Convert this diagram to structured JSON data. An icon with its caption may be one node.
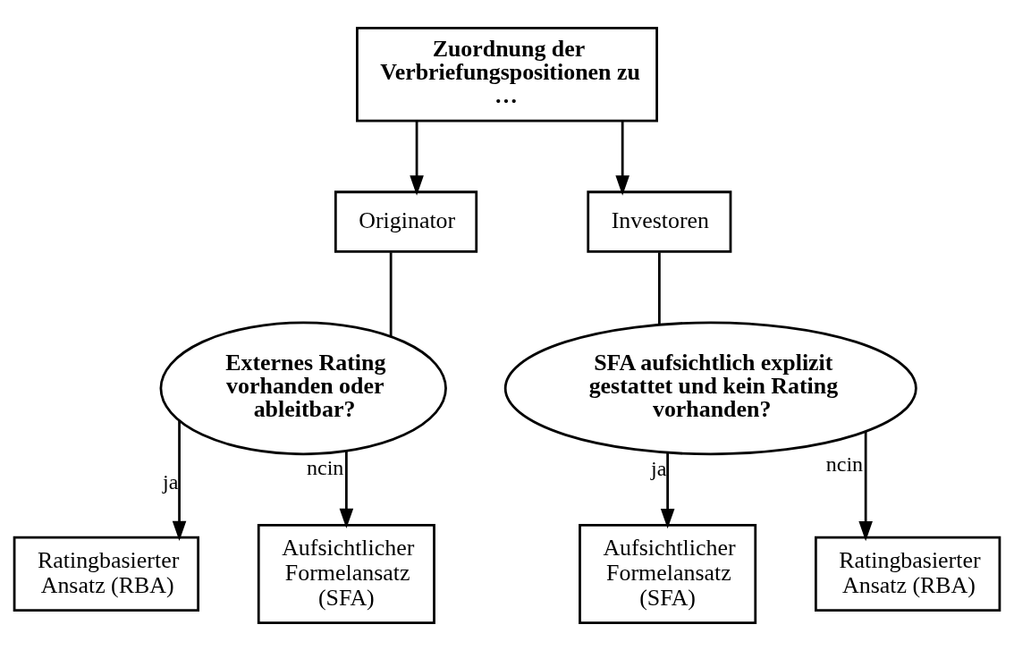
{
  "diagram": {
    "nodes": [
      {
        "text": [
          "Zuordnung der Verbriefungspositionen zu …"
        ]
      },
      {
        "text": [
          "Originator"
        ]
      },
      {
        "text": [
          "Investoren"
        ]
      },
      {
        "text": [
          "Externes Rating vorhanden oder ableitbar?"
        ]
      },
      {
        "text": [
          "SFA aufsichtlich explizit gestattet und kein Rating vorhanden?"
        ]
      },
      {
        "text": [
          "Ratingbasierter Ansatz (RBA)"
        ]
      },
      {
        "text": [
          "Aufsichtlicher Formelansatz (SFA)"
        ]
      },
      {
        "text": [
          "Aufsichtlicher Formelansatz (SFA)"
        ]
      },
      {
        "text": [
          "Ratingbasierter Ansatz (RBA)"
        ]
      }
    ],
    "edges": [
      {
        "from": 0,
        "to": 1,
        "arrow": "to"
      },
      {
        "from": 0,
        "to": 2,
        "arrow": "to"
      },
      {
        "from": 1,
        "to": 3,
        "arrow": "none"
      },
      {
        "from": 2,
        "to": 4,
        "arrow": "none"
      },
      {
        "from": 3,
        "to": 5,
        "arrow": "to",
        "label": "ja"
      },
      {
        "from": 3,
        "to": 6,
        "arrow": "to",
        "label": "ncin"
      },
      {
        "from": 4,
        "to": 7,
        "arrow": "to",
        "label": "ja"
      },
      {
        "from": 4,
        "to": 8,
        "arrow": "to",
        "label": "ncin"
      }
    ]
  }
}
